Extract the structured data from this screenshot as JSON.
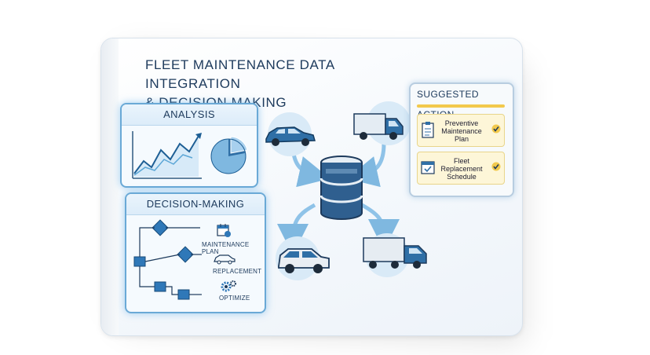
{
  "title_line1": "FLEET MAINTENANCE DATA INTEGRATION",
  "title_line2": "& DECISION MAKING",
  "analysis": {
    "heading": "ANALYSIS"
  },
  "decision": {
    "heading": "DECISION-MAKING",
    "items": [
      {
        "label": "MAINTENANCE PLAN",
        "icon": "calendar-icon"
      },
      {
        "label": "REPLACEMENT",
        "icon": "car-outline-icon"
      },
      {
        "label": "OPTIMIZE",
        "icon": "gears-icon"
      }
    ]
  },
  "suggested": {
    "heading": "SUGGESTED ACTION",
    "actions": [
      {
        "label": "Preventive Maintenance Plan",
        "icon": "clipboard-icon"
      },
      {
        "label": "Fleet Replacement Schedule",
        "icon": "calendar-check-icon"
      }
    ]
  },
  "colors": {
    "accent": "#2f6fa6",
    "glow": "#6aa9d6",
    "highlight": "#f2c94c"
  }
}
